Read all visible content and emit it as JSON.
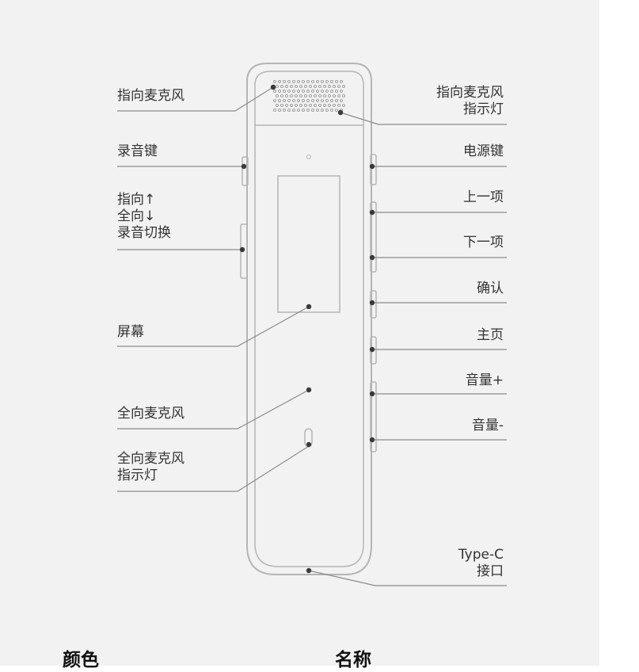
{
  "colors": {
    "background": "#f2f2f2",
    "outline": "#b5b5b5",
    "leader": "#8c8c8c",
    "dot": "#3a3a3a",
    "text": "#333333"
  },
  "labels": {
    "directional_mic": "指向麦克风",
    "record_key": "录音键",
    "mode_switch": "指向↑\n全向↓\n录音切换",
    "screen": "屏幕",
    "omni_mic": "全向麦克风",
    "omni_mic_indicator": "全向麦克风\n指示灯",
    "directional_mic_indicator": "指向麦克风\n指示灯",
    "power_key": "电源键",
    "prev_item": "上一项",
    "next_item": "下一项",
    "confirm": "确认",
    "home": "主页",
    "volume_up": "音量+",
    "volume_down": "音量-",
    "type_c_port": "Type-C\n接口"
  },
  "table_header": {
    "color": "颜色",
    "name": "名称"
  }
}
